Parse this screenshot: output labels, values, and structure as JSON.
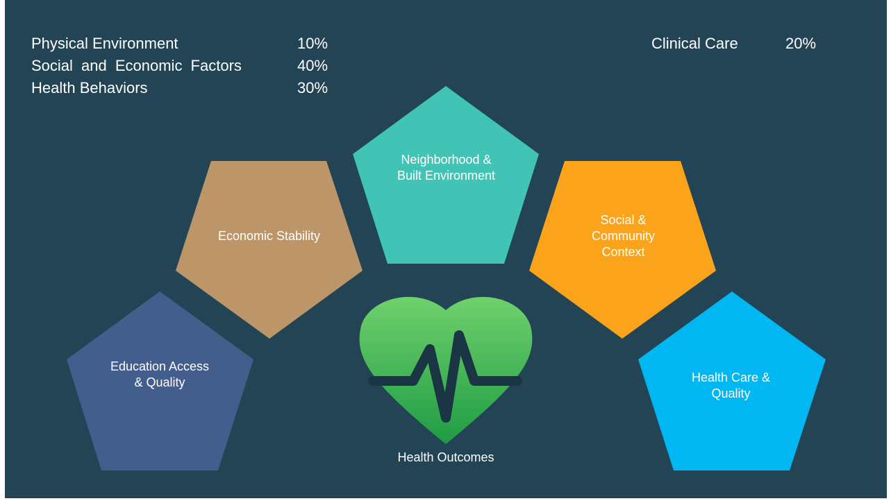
{
  "factors": [
    {
      "label": "Physical Environment",
      "value": "10%"
    },
    {
      "label": "Social and Economic Factors",
      "value": "40%"
    },
    {
      "label": "Health Behaviors",
      "value": "30%"
    }
  ],
  "clinical_care": {
    "label": "Clinical Care",
    "value": "20%"
  },
  "pentagons": [
    {
      "id": "education",
      "lines": [
        "Education Access",
        "& Quality"
      ],
      "color": "#435d8c"
    },
    {
      "id": "economic",
      "lines": [
        "Economic Stability"
      ],
      "color": "#bc9669"
    },
    {
      "id": "neighborhood",
      "lines": [
        "Neighborhood &",
        "Built Environment"
      ],
      "color": "#41c4b5"
    },
    {
      "id": "social",
      "lines": [
        "Social &",
        "Community",
        "Context"
      ],
      "color": "#fba41b"
    },
    {
      "id": "healthcare",
      "lines": [
        "Health Care &",
        "Quality"
      ],
      "color": "#00b7f1"
    }
  ],
  "center": {
    "label": "Health Outcomes",
    "icon": "heart-pulse-icon"
  },
  "colors": {
    "background": "#224455",
    "heart_top": "#6fd16c",
    "heart_bottom": "#1f9b44"
  }
}
